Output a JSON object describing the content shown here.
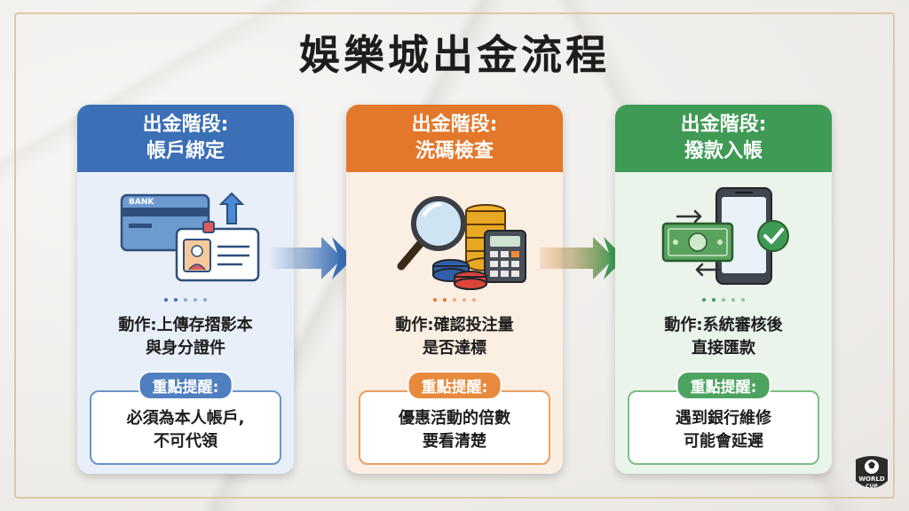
{
  "title": "娛樂城出金流程",
  "stages": [
    {
      "head_line1": "出金階段:",
      "head_line2": "帳戶綁定",
      "action_line1": "動作:上傳存摺影本",
      "action_line2": "與身分證件",
      "note_tag": "重點提醒:",
      "note_line1": "必須為本人帳戶,",
      "note_line2": "不可代領",
      "icon": "bank-card-id-icon",
      "colors": {
        "head": "#3b6fb6",
        "body": "#e8eff8",
        "note_border": "#6b95c8",
        "tag": "#4f7fbf"
      }
    },
    {
      "head_line1": "出金階段:",
      "head_line2": "洗碼檢查",
      "action_line1": "動作:確認投注量",
      "action_line2": "是否達標",
      "note_tag": "重點提醒:",
      "note_line1": "優惠活動的倍數",
      "note_line2": "要看清楚",
      "icon": "magnifier-chips-calculator-icon",
      "colors": {
        "head": "#e3782b",
        "body": "#fbeee3",
        "note_border": "#eaa064",
        "tag": "#e88a3d"
      }
    },
    {
      "head_line1": "出金階段:",
      "head_line2": "撥款入帳",
      "action_line1": "動作:系統審核後",
      "action_line2": "直接匯款",
      "note_tag": "重點提醒:",
      "note_line1": "遇到銀行維修",
      "note_line2": "可能會延遲",
      "icon": "money-phone-check-icon",
      "colors": {
        "head": "#3f9a55",
        "body": "#eaf4ea",
        "note_border": "#7cbf86",
        "tag": "#4ba35f"
      }
    }
  ],
  "bank_card_text": "BANK",
  "logo": {
    "line1": "WORLD",
    "line2": "CUP"
  }
}
